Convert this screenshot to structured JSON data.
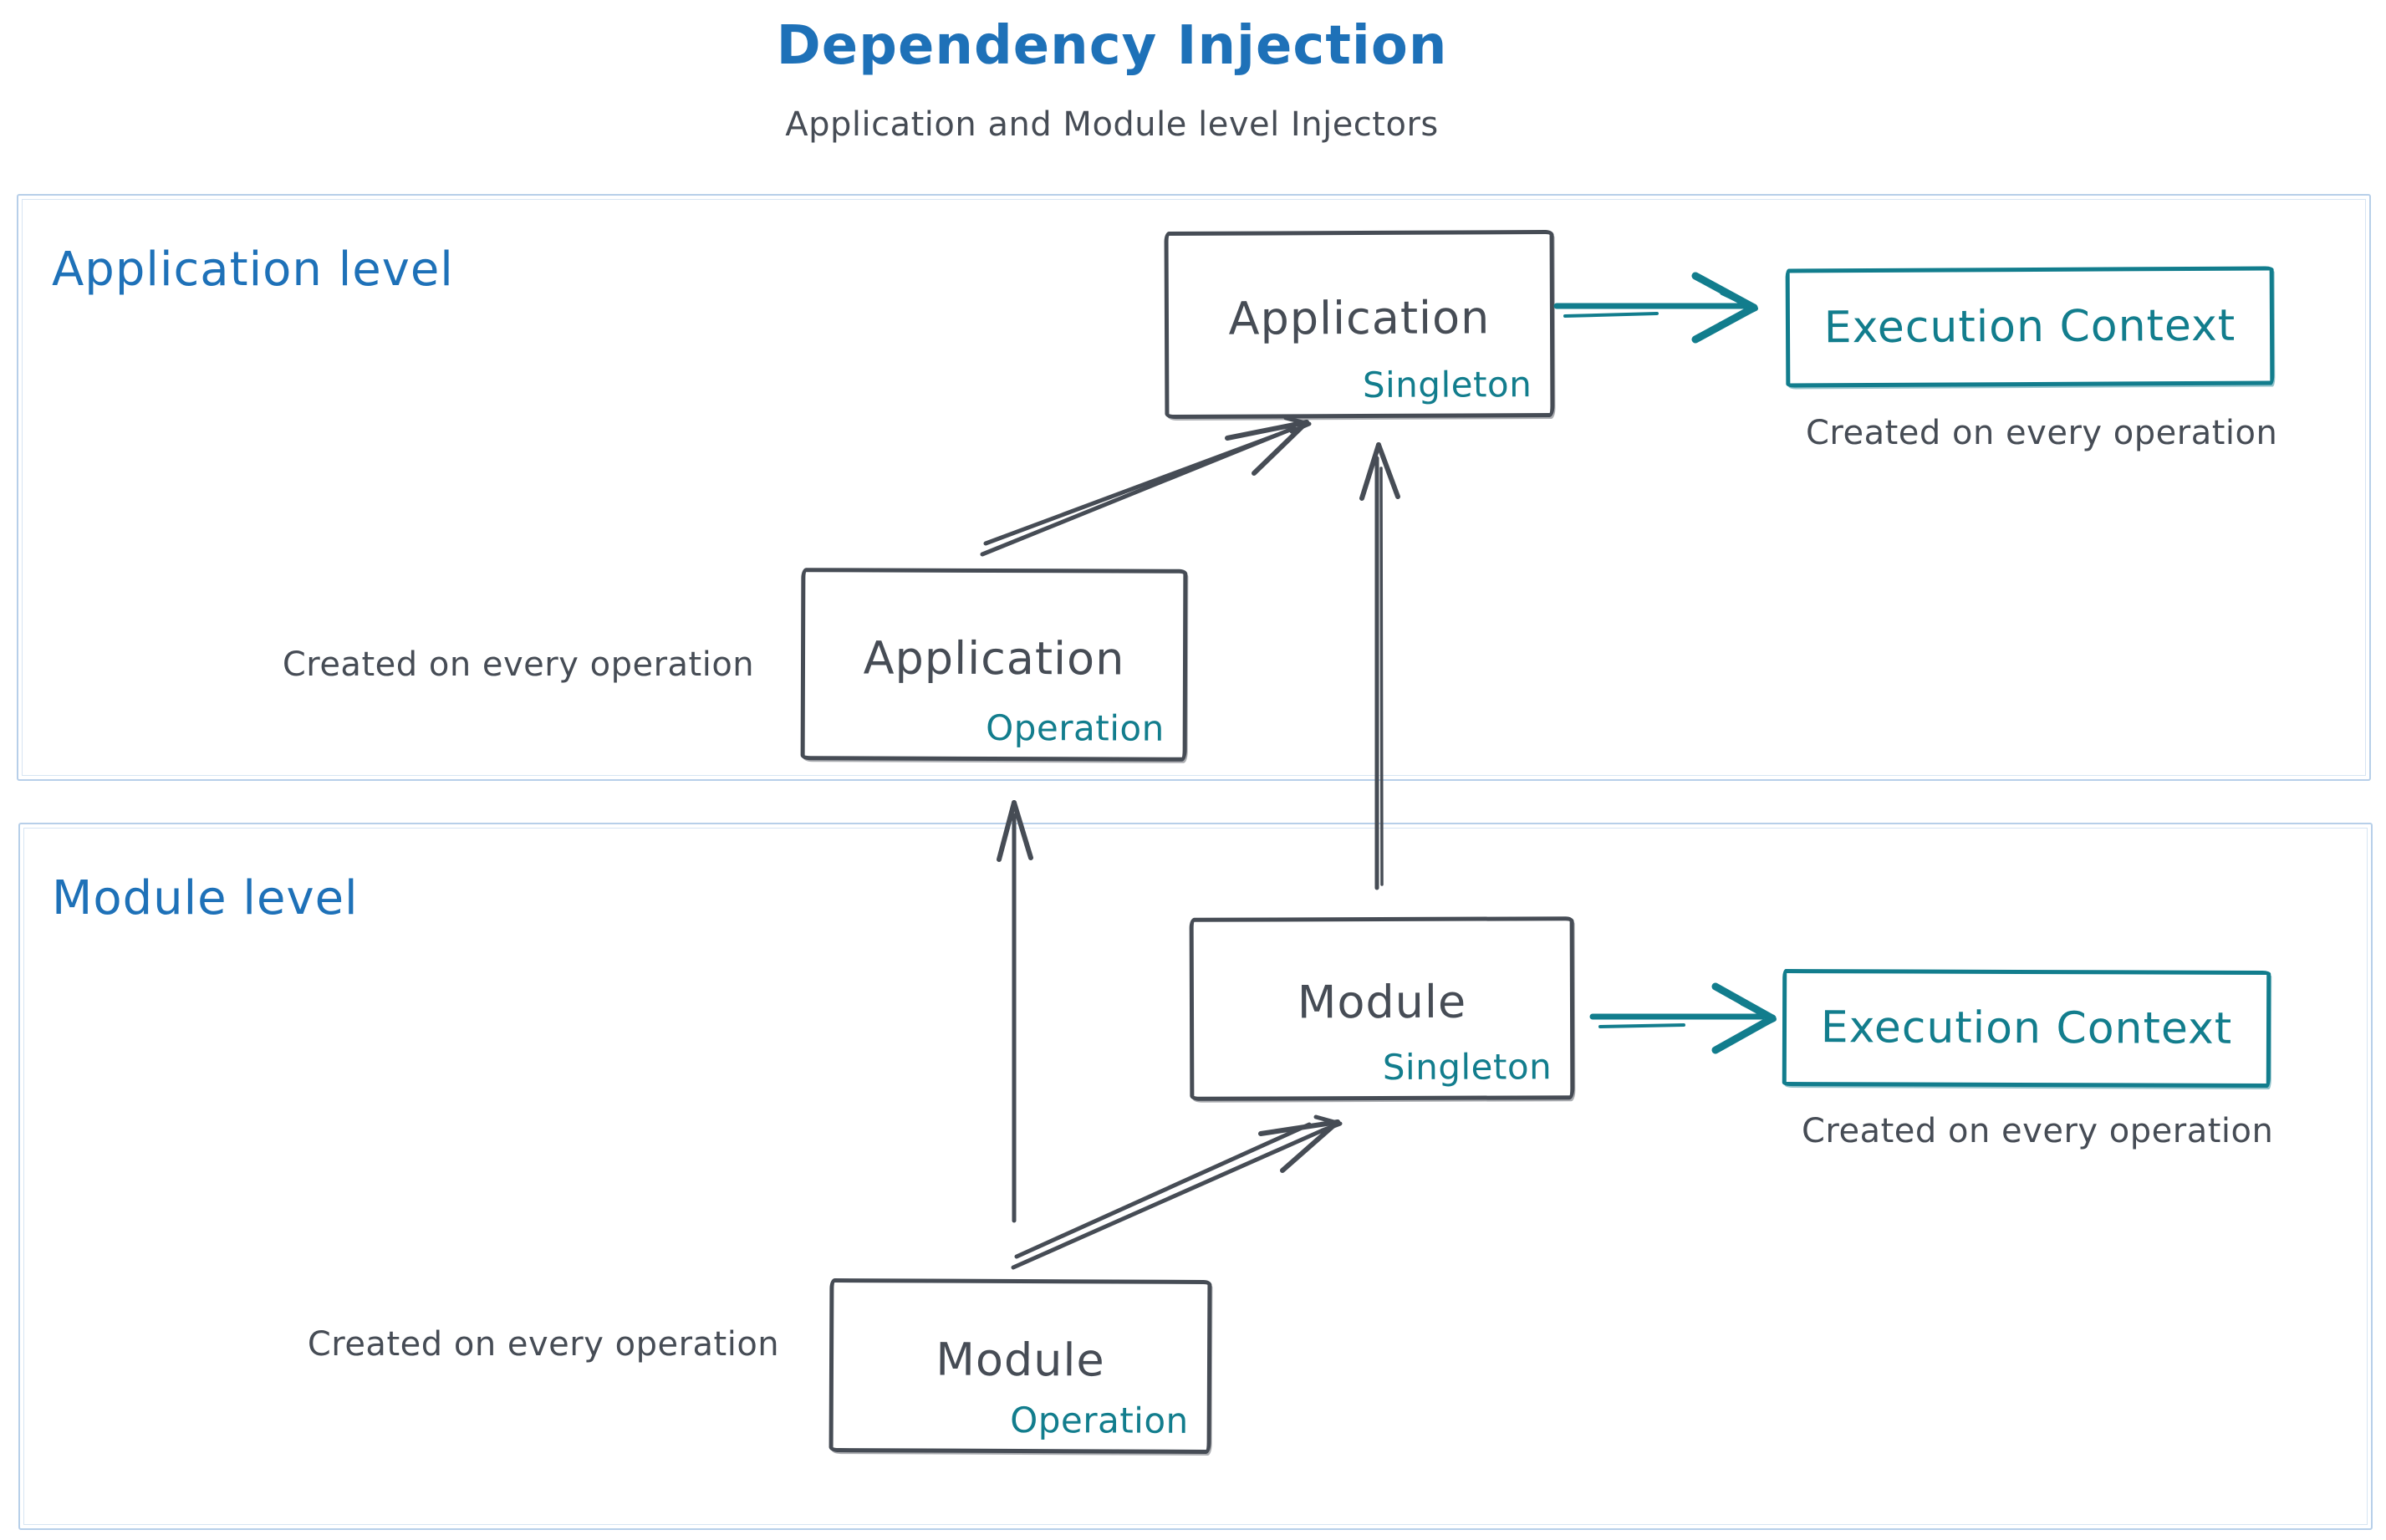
{
  "title": "Dependency Injection",
  "subtitle": "Application and Module level Injectors",
  "palette": {
    "blue": "#1e71b8",
    "teal": "#127d8d",
    "ink": "#464c55",
    "frame_blue": "#b7cfe9"
  },
  "application_level": {
    "label": "Application level",
    "singleton_node": {
      "name": "Application",
      "scope": "Singleton"
    },
    "operation_node": {
      "name": "Application",
      "scope": "Operation"
    },
    "operation_caption": "Created on every operation",
    "execution_context": {
      "label": "Execution Context",
      "caption": "Created on every operation"
    }
  },
  "module_level": {
    "label": "Module level",
    "singleton_node": {
      "name": "Module",
      "scope": "Singleton"
    },
    "operation_node": {
      "name": "Module",
      "scope": "Operation"
    },
    "operation_caption": "Created on every operation",
    "execution_context": {
      "label": "Execution Context",
      "caption": "Created on every operation"
    }
  }
}
